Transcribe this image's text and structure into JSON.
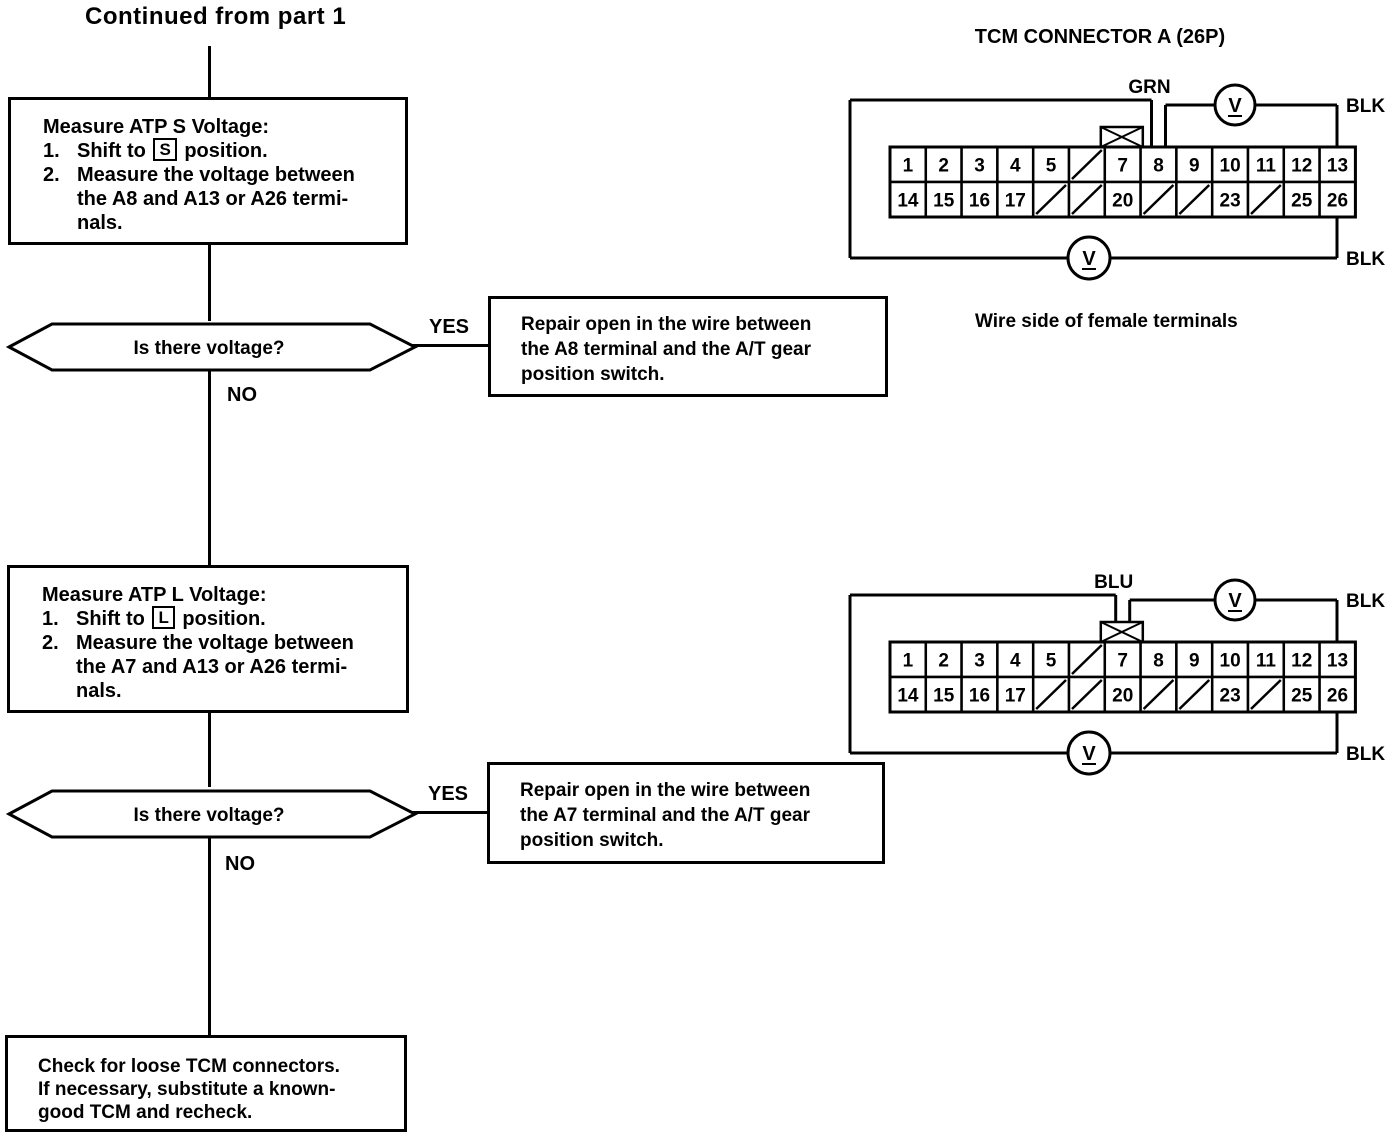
{
  "header": {
    "continued": "Continued from part 1"
  },
  "flow": {
    "box1": {
      "title": "Measure ATP S Voltage:",
      "step1_num": "1.",
      "step1_pre": "Shift to",
      "step1_key": "S",
      "step1_post": "position.",
      "step2_num": "2.",
      "step2_line1": "Measure the voltage between",
      "step2_line2": "the A8 and A13 or A26 termi-",
      "step2_line3": "nals."
    },
    "decision1": {
      "question": "Is there voltage?",
      "yes": "YES",
      "no": "NO"
    },
    "repair1": {
      "line1": "Repair open in the wire between",
      "line2": "the A8 terminal and the A/T gear",
      "line3": "position switch."
    },
    "box2": {
      "title": "Measure ATP L Voltage:",
      "step1_num": "1.",
      "step1_pre": "Shift to",
      "step1_key": "L",
      "step1_post": "position.",
      "step2_num": "2.",
      "step2_line1": "Measure the voltage between",
      "step2_line2": "the A7 and A13 or A26 termi-",
      "step2_line3": "nals."
    },
    "decision2": {
      "question": "Is there voltage?",
      "yes": "YES",
      "no": "NO"
    },
    "repair2": {
      "line1": "Repair open in the wire between",
      "line2": "the A7 terminal and the A/T gear",
      "line3": "position switch."
    },
    "final": {
      "line1": "Check for loose TCM connectors.",
      "line2": "If necessary, substitute a known-",
      "line3": "good TCM and recheck."
    }
  },
  "connector_panel": {
    "title": "TCM CONNECTOR A (26P)",
    "caption": "Wire side of female terminals",
    "meter_label": "V",
    "pins_row1": [
      "1",
      "2",
      "3",
      "4",
      "5",
      "",
      "7",
      "8",
      "9",
      "10",
      "11",
      "12",
      "13"
    ],
    "pins_row2": [
      "14",
      "15",
      "16",
      "17",
      "",
      "",
      "20",
      "",
      "",
      "23",
      "",
      "25",
      "26"
    ],
    "diagrams": [
      {
        "wire_label": "GRN",
        "wire_pin": 8,
        "blk_top": "BLK",
        "blk_bottom": "BLK"
      },
      {
        "wire_label": "BLU",
        "wire_pin": 7,
        "blk_top": "BLK",
        "blk_bottom": "BLK"
      }
    ]
  },
  "colors": {
    "ink": "#000000",
    "paper": "#ffffff"
  }
}
